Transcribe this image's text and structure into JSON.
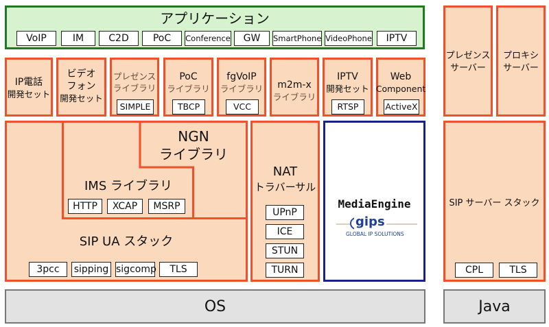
{
  "app_layer": {
    "title": "アプリケーション",
    "items": [
      "VoIP",
      "IM",
      "C2D",
      "PoC",
      "Conference",
      "GW",
      "SmartPhone",
      "VideoPhone",
      "IPTV"
    ]
  },
  "right_servers": {
    "presence": [
      "プレゼンス",
      "サーバー"
    ],
    "proxy": [
      "プロキシ",
      "サーバー"
    ]
  },
  "modules": {
    "ip_phone": [
      "IP電話",
      "開発セット"
    ],
    "video_phone": [
      "ビデオ",
      "フォン",
      "開発セット"
    ],
    "presence_lib": {
      "lines": [
        "プレゼンス",
        "ライブラリ"
      ],
      "tag": "SIMPLE"
    },
    "poc_lib": {
      "lines": [
        "PoC",
        "ライブラリ"
      ],
      "tag": "TBCP"
    },
    "fgvoip_lib": {
      "lines": [
        "fgVoIP",
        "ライブラリ"
      ],
      "tag": "VCC"
    },
    "m2m_lib": {
      "lines": [
        "m2m-x",
        "ライブラリ"
      ]
    },
    "iptv_kit": {
      "lines": [
        "IPTV",
        "開発セット"
      ],
      "tag": "RTSP"
    },
    "web_component": {
      "lines": [
        "Web",
        "Component"
      ],
      "tag": "ActiveX"
    }
  },
  "stacks": {
    "ngn": [
      "NGN",
      "ライブラリ"
    ],
    "ims": {
      "title": "IMS ライブラリ",
      "tags": [
        "HTTP",
        "XCAP",
        "MSRP"
      ]
    },
    "sip_ua": {
      "title": "SIP UA スタック",
      "tags": [
        "3pcc",
        "sipping",
        "sigcomp",
        "TLS"
      ]
    },
    "nat": {
      "title": [
        "NAT",
        "トラバーサル"
      ],
      "tags": [
        "UPnP",
        "ICE",
        "STUN",
        "TURN"
      ]
    },
    "media_engine": {
      "title": "MediaEngine",
      "logo": "gips",
      "logo_sub": "GLOBAL IP SOLUTIONS"
    },
    "sip_server": {
      "title": "SIP サーバー スタック",
      "tags": [
        "CPL",
        "TLS"
      ]
    }
  },
  "base": {
    "os": "OS",
    "java": "Java"
  }
}
